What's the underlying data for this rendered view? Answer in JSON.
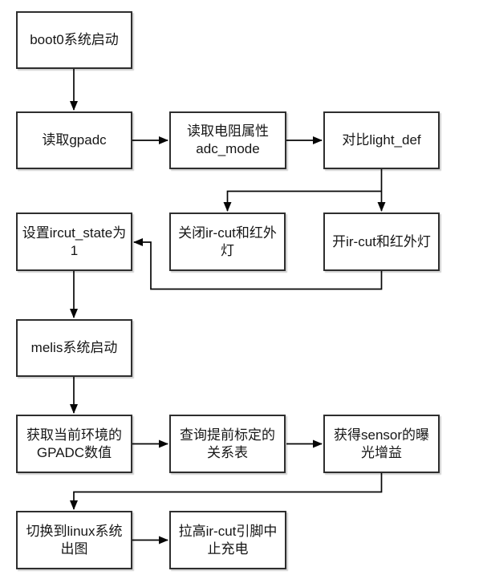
{
  "flowchart": {
    "colors": {
      "background": "#ffffff",
      "box_fill": "#ffffff",
      "box_border": "#2e2e2e",
      "line": "#060606",
      "text": "#161616"
    },
    "nodes": [
      {
        "id": "boot0-start",
        "label": "boot0系统启动"
      },
      {
        "id": "read-gpadc",
        "label": "读取gpadc"
      },
      {
        "id": "read-resistor-adc-mode",
        "label": "读取电阻属性\nadc_mode"
      },
      {
        "id": "compare-light-def",
        "label": "对比light_def"
      },
      {
        "id": "set-ircut-state",
        "label": "设置ircut_state为\n1"
      },
      {
        "id": "close-ircut-ir-led",
        "label": "关闭ir-cut和红外\n灯"
      },
      {
        "id": "open-ircut-ir-led",
        "label": "开ir-cut和红外灯"
      },
      {
        "id": "melis-start",
        "label": "melis系统启动"
      },
      {
        "id": "get-gpadc-value",
        "label": "获取当前环境的\nGPADC数值"
      },
      {
        "id": "query-calibration-table",
        "label": "查询提前标定的\n关系表"
      },
      {
        "id": "get-sensor-exposure-gain",
        "label": "获得sensor的曝\n光增益"
      },
      {
        "id": "switch-linux-output",
        "label": "切换到linux系统\n出图"
      },
      {
        "id": "pull-ircut-pin-stop-charge",
        "label": "拉高ir-cut引脚中\n止充电"
      }
    ],
    "edges": [
      {
        "from": "boot0-start",
        "to": "read-gpadc"
      },
      {
        "from": "read-gpadc",
        "to": "read-resistor-adc-mode"
      },
      {
        "from": "read-resistor-adc-mode",
        "to": "compare-light-def"
      },
      {
        "from": "compare-light-def",
        "to": "close-ircut-ir-led"
      },
      {
        "from": "compare-light-def",
        "to": "open-ircut-ir-led"
      },
      {
        "from": "open-ircut-ir-led",
        "to": "set-ircut-state"
      },
      {
        "from": "set-ircut-state",
        "to": "melis-start"
      },
      {
        "from": "melis-start",
        "to": "get-gpadc-value"
      },
      {
        "from": "get-gpadc-value",
        "to": "query-calibration-table"
      },
      {
        "from": "query-calibration-table",
        "to": "get-sensor-exposure-gain"
      },
      {
        "from": "get-sensor-exposure-gain",
        "to": "switch-linux-output"
      },
      {
        "from": "switch-linux-output",
        "to": "pull-ircut-pin-stop-charge"
      }
    ]
  }
}
